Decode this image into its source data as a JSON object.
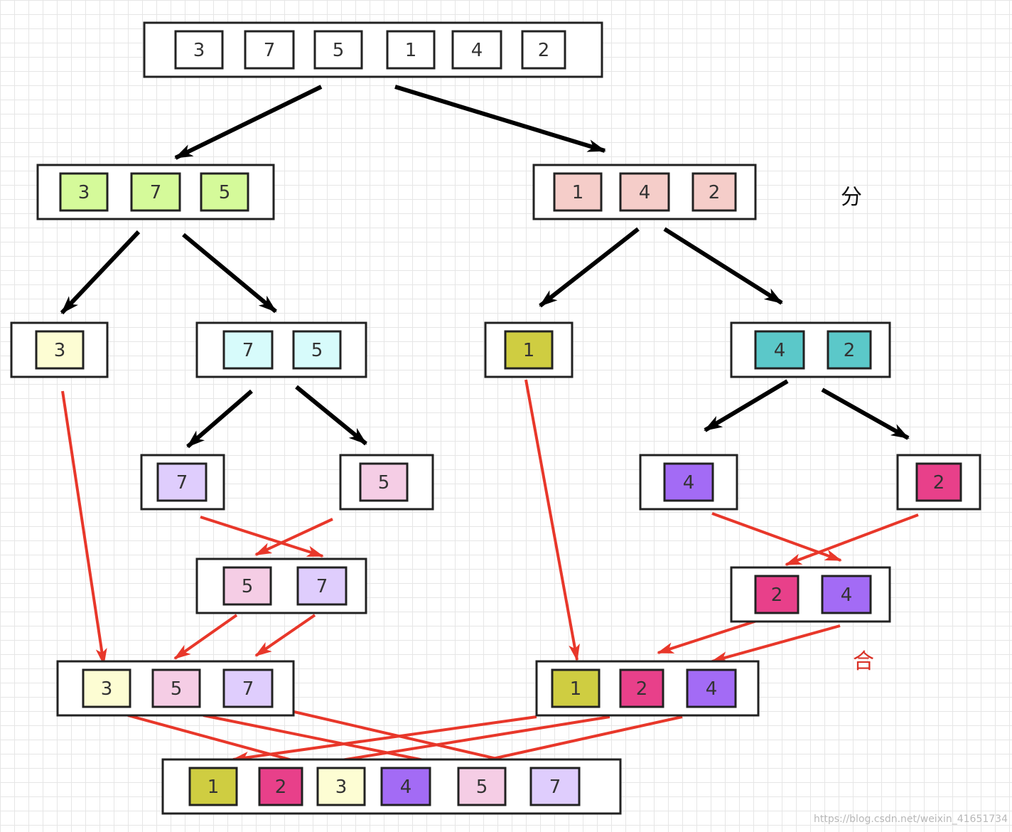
{
  "labels": {
    "split": "分",
    "merge": "合"
  },
  "watermark": "https://blog.csdn.net/weixin_41651734",
  "colors": {
    "outline": "#222222",
    "black_arrow": "#000000",
    "red_arrow": "#e8372a",
    "red_label": "#d93025",
    "green": "#d5fa9a",
    "pink_light": "#f5cdc9",
    "yellow_light": "#fdfdd3",
    "cyan_light": "#d7fbfb",
    "olive": "#cfcd41",
    "teal": "#5bc8c9",
    "lavender": "#dfcdfd",
    "pink": "#f5cde5",
    "purple": "#a36bf5",
    "magenta": "#e8408a"
  },
  "nodes": [
    {
      "id": "root",
      "items": [
        {
          "v": "3",
          "c": "white"
        },
        {
          "v": "7",
          "c": "white"
        },
        {
          "v": "5",
          "c": "white"
        },
        {
          "v": "1",
          "c": "white"
        },
        {
          "v": "4",
          "c": "white"
        },
        {
          "v": "2",
          "c": "white"
        }
      ]
    },
    {
      "id": "split-375",
      "items": [
        {
          "v": "3",
          "c": "green"
        },
        {
          "v": "7",
          "c": "green"
        },
        {
          "v": "5",
          "c": "green"
        }
      ]
    },
    {
      "id": "split-142",
      "items": [
        {
          "v": "1",
          "c": "pink_light"
        },
        {
          "v": "4",
          "c": "pink_light"
        },
        {
          "v": "2",
          "c": "pink_light"
        }
      ]
    },
    {
      "id": "split-3",
      "items": [
        {
          "v": "3",
          "c": "yellow_light"
        }
      ]
    },
    {
      "id": "split-75",
      "items": [
        {
          "v": "7",
          "c": "cyan_light"
        },
        {
          "v": "5",
          "c": "cyan_light"
        }
      ]
    },
    {
      "id": "split-1",
      "items": [
        {
          "v": "1",
          "c": "olive"
        }
      ]
    },
    {
      "id": "split-42",
      "items": [
        {
          "v": "4",
          "c": "teal"
        },
        {
          "v": "2",
          "c": "teal"
        }
      ]
    },
    {
      "id": "split-7",
      "items": [
        {
          "v": "7",
          "c": "lavender"
        }
      ]
    },
    {
      "id": "split-5",
      "items": [
        {
          "v": "5",
          "c": "pink"
        }
      ]
    },
    {
      "id": "split-4",
      "items": [
        {
          "v": "4",
          "c": "purple"
        }
      ]
    },
    {
      "id": "split-2",
      "items": [
        {
          "v": "2",
          "c": "magenta"
        }
      ]
    },
    {
      "id": "merge-57",
      "items": [
        {
          "v": "5",
          "c": "pink"
        },
        {
          "v": "7",
          "c": "lavender"
        }
      ]
    },
    {
      "id": "merge-24",
      "items": [
        {
          "v": "2",
          "c": "magenta"
        },
        {
          "v": "4",
          "c": "purple"
        }
      ]
    },
    {
      "id": "merge-357",
      "items": [
        {
          "v": "3",
          "c": "yellow_light"
        },
        {
          "v": "5",
          "c": "pink"
        },
        {
          "v": "7",
          "c": "lavender"
        }
      ]
    },
    {
      "id": "merge-124",
      "items": [
        {
          "v": "1",
          "c": "olive"
        },
        {
          "v": "2",
          "c": "magenta"
        },
        {
          "v": "4",
          "c": "purple"
        }
      ]
    },
    {
      "id": "result",
      "items": [
        {
          "v": "1",
          "c": "olive"
        },
        {
          "v": "2",
          "c": "magenta"
        },
        {
          "v": "3",
          "c": "yellow_light"
        },
        {
          "v": "4",
          "c": "purple"
        },
        {
          "v": "5",
          "c": "pink"
        },
        {
          "v": "7",
          "c": "lavender"
        }
      ]
    }
  ]
}
